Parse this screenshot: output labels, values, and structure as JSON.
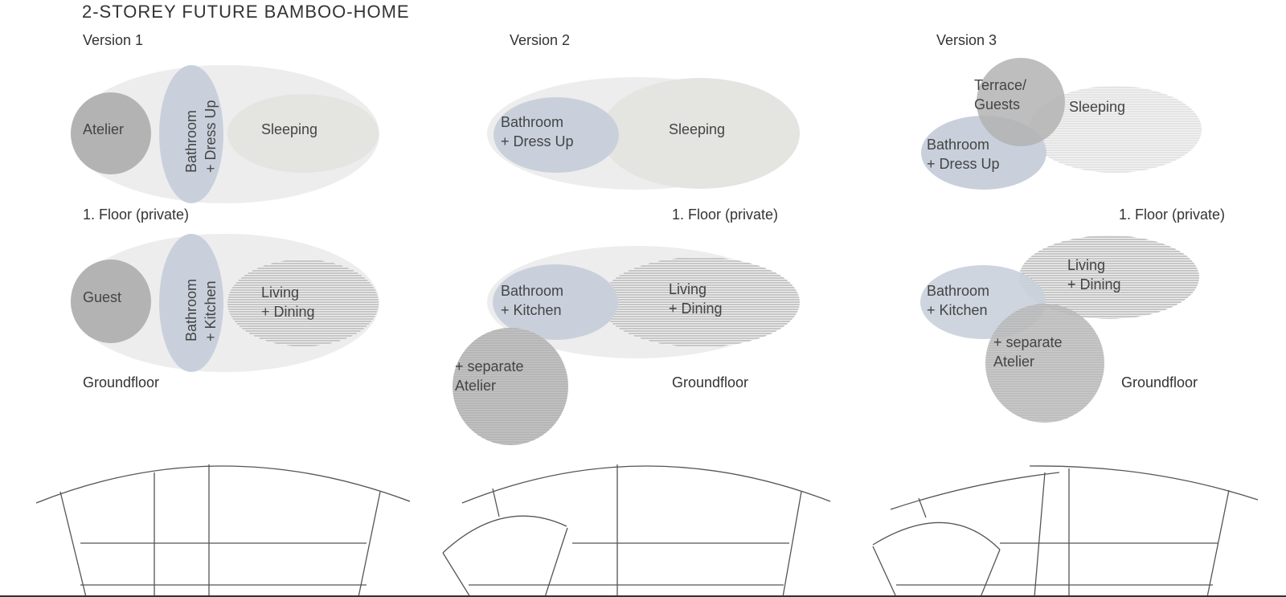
{
  "title": "2-STOREY FUTURE BAMBOO-HOME",
  "versions": [
    {
      "label": "Version 1",
      "upper": {
        "floor_label": "1. Floor (private)",
        "rooms": [
          {
            "name": "Atelier"
          },
          {
            "line1": "Bathroom",
            "line2": "+ Dress Up"
          },
          {
            "name": "Sleeping"
          }
        ]
      },
      "ground": {
        "floor_label": "Groundfloor",
        "rooms": [
          {
            "name": "Guest"
          },
          {
            "line1": "Bathroom",
            "line2": "+ Kitchen"
          },
          {
            "line1": "Living",
            "line2": "+ Dining"
          }
        ]
      }
    },
    {
      "label": "Version 2",
      "upper": {
        "floor_label": "1. Floor (private)",
        "rooms": [
          {
            "line1": "Bathroom",
            "line2": "+ Dress Up"
          },
          {
            "name": "Sleeping"
          }
        ]
      },
      "ground": {
        "floor_label": "Groundfloor",
        "rooms": [
          {
            "line1": "Bathroom",
            "line2": "+ Kitchen"
          },
          {
            "line1": "Living",
            "line2": "+ Dining"
          },
          {
            "line1": "+ separate",
            "line2": "Atelier"
          }
        ]
      }
    },
    {
      "label": "Version 3",
      "upper": {
        "floor_label": "1. Floor (private)",
        "rooms": [
          {
            "line1": "Terrace/",
            "line2": "Guests"
          },
          {
            "name": "Sleeping"
          },
          {
            "line1": "Bathroom",
            "line2": "+ Dress Up"
          }
        ]
      },
      "ground": {
        "floor_label": "Groundfloor",
        "rooms": [
          {
            "line1": "Living",
            "line2": "+ Dining"
          },
          {
            "line1": "Bathroom",
            "line2": "+ Kitchen"
          },
          {
            "line1": "+ separate",
            "line2": "Atelier"
          }
        ]
      }
    }
  ],
  "colors": {
    "envelope": "#ececec",
    "grey_room": "#b3b3b3",
    "blue_room": "#c9d0dc",
    "pale_room": "#e4e4e2",
    "hatch": "#9a9a9a",
    "line": "#555555"
  }
}
